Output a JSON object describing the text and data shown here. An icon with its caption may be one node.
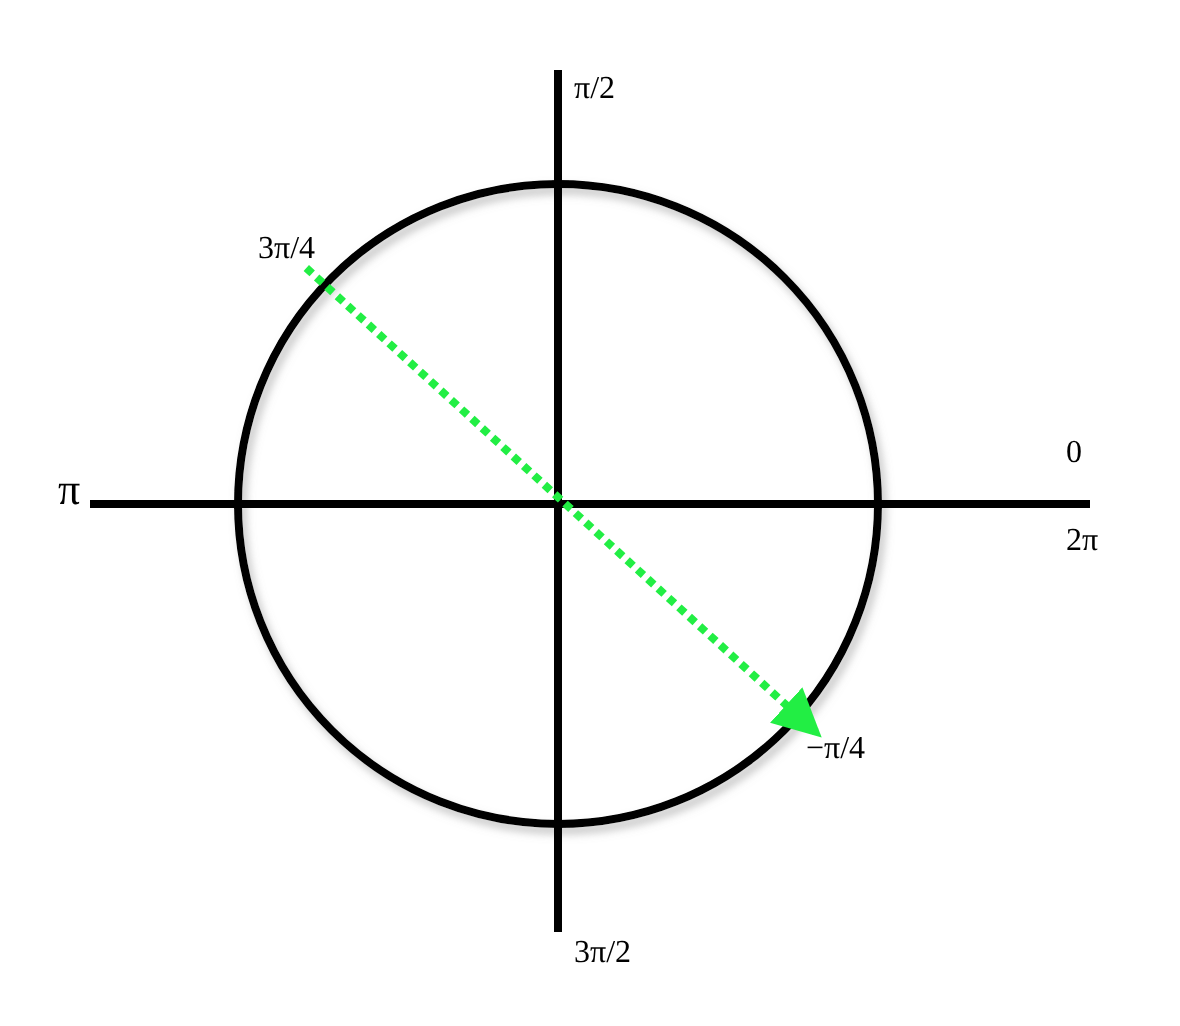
{
  "diagram": {
    "nodes": [
      {
        "text": [
          "3π/4"
        ]
      },
      {
        "text": [
          "−π/4"
        ]
      }
    ],
    "edges": [
      {
        "from": 0,
        "to": 1,
        "arrow": "to",
        "style": "dashed",
        "color": "#22ee44"
      }
    ],
    "labels": [
      "π/2",
      "0",
      "π",
      "2π",
      "3π/2"
    ]
  }
}
